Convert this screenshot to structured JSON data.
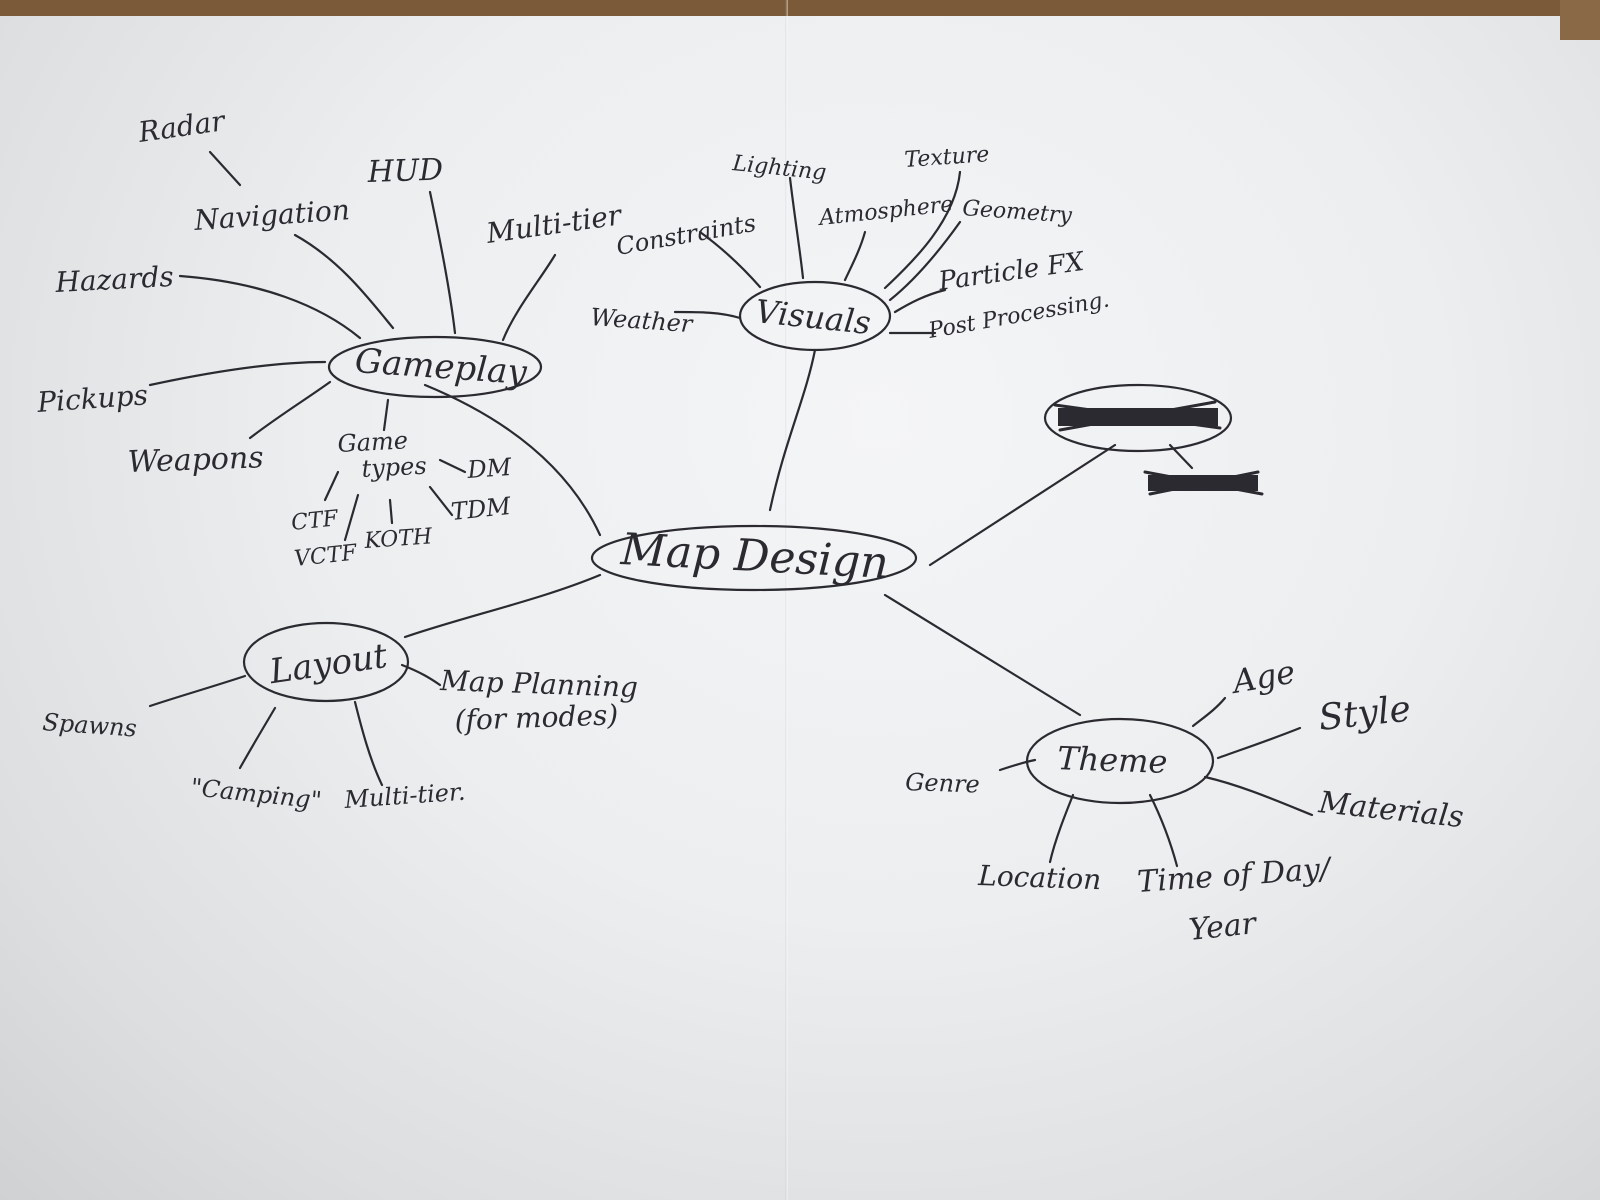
{
  "background": "#eceef0",
  "ink_color": "#2a2a30",
  "center": "Map Design",
  "hubs": {
    "gameplay": "Gameplay",
    "visuals": "Visuals",
    "layout": "Layout",
    "theme": "Theme"
  },
  "gameplay_items": {
    "radar": "Radar",
    "navigation": "Navigation",
    "hud": "HUD",
    "multi_tier": "Multi-tier",
    "hazards": "Hazards",
    "pickups": "Pickups",
    "weapons": "Weapons",
    "game_types_line1": "Game",
    "game_types_line2": "types",
    "ctf": "CTF",
    "vctf": "VCTF",
    "koth": "KOTH",
    "dm": "DM",
    "tdm": "TDM"
  },
  "visuals_items": {
    "lighting": "Lighting",
    "texture": "Texture",
    "constraints": "Constraints",
    "atmosphere": "Atmosphere",
    "geometry": "Geometry",
    "particle_fx": "Particle FX",
    "post_processing": "Post Processing.",
    "weather": "Weather"
  },
  "layout_items": {
    "spawns": "Spawns",
    "camping": "\"Camping\"",
    "multi_tier": "Multi-tier.",
    "map_planning_line1": "Map Planning",
    "map_planning_line2": "(for modes)"
  },
  "theme_items": {
    "age": "Age",
    "style": "Style",
    "genre": "Genre",
    "materials": "Materials",
    "location": "Location",
    "time_line1": "Time of Day/",
    "time_line2": "Year"
  }
}
